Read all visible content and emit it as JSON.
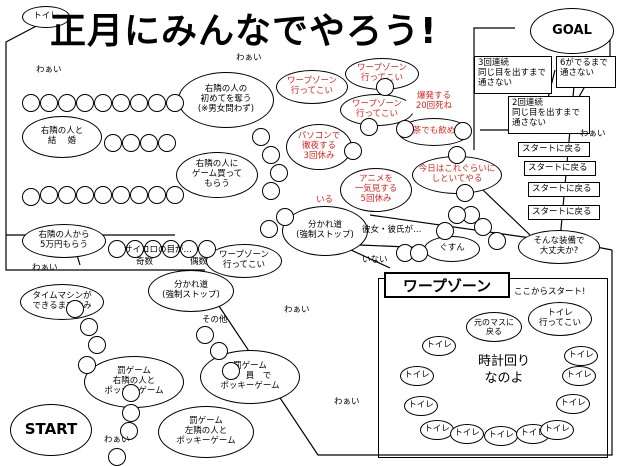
{
  "title": "正月にみんなでやろう!",
  "toilet_top": "トイレ",
  "goal": "GOAL",
  "start": "START",
  "warp_zone_title": "ワープゾーン",
  "warp_start_label": "ここからスタート!",
  "warp_center": "時計回り\nなのよ",
  "warp_return": "元のマスに\n戻る",
  "warp_go": "トイレ\n行ってこい",
  "toilet": "トイレ",
  "nodes": {
    "neighbor_first": "右隣の人の\n初めてを奪う\n(※男女問わず)",
    "neighbor_marry": "右隣の人と\n結　 婚",
    "neighbor_game": "右隣の人に\nゲーム買って\nもらう",
    "neighbor_money": "右隣の人から\n5万円もらう",
    "warp_mid": "ワープゾーン\n行ってこい",
    "branch_upper": "分かれ道\n(強制ストップ)",
    "branch_lower": "分かれ道\n(強制ストップ)",
    "timemachine": "タイムマシンが\nできるまで休み",
    "penalty_right": "罰ゲーム\n右隣の人と\nポッキーゲーム",
    "penalty_all": "罰ゲーム\n全　員　で\nポッキーゲーム",
    "penalty_left": "罰ゲーム\n左隣の人と\nポッキーゲーム",
    "warp_red1": "ワープゾーン\n行ってこい",
    "warp_red2": "ワープゾーン\n行ってこい",
    "warp_red3": "ワープゾーン\n行ってこい",
    "explode": "爆発する\n20回死ね",
    "tea": "お茶でも飲めよ",
    "pc": "パソコンで\n徹夜する\n3回休み",
    "anime": "アニメを\n一気見する\n5回休み",
    "today": "今日はこれぐらいに\nしといてやる",
    "gusun": "ぐすん",
    "equipment": "そんな装備で\n大丈夫か?"
  },
  "boxes": {
    "three_times": "3回連続\n同じ目を出すまで\n通さない",
    "six_roll": "6がでるまで\n通さない",
    "two_times": "2回連続\n同じ目を出すまで\n通さない",
    "back_to_start": "スタートに戻る"
  },
  "labels": {
    "wawai": "わぁい",
    "dice_question": "サイコロの目が…",
    "odd": "奇数",
    "even": "偶数",
    "other": "その他",
    "gf_bf": "彼女・彼氏が…",
    "iru": "いる",
    "inai": "いない"
  }
}
